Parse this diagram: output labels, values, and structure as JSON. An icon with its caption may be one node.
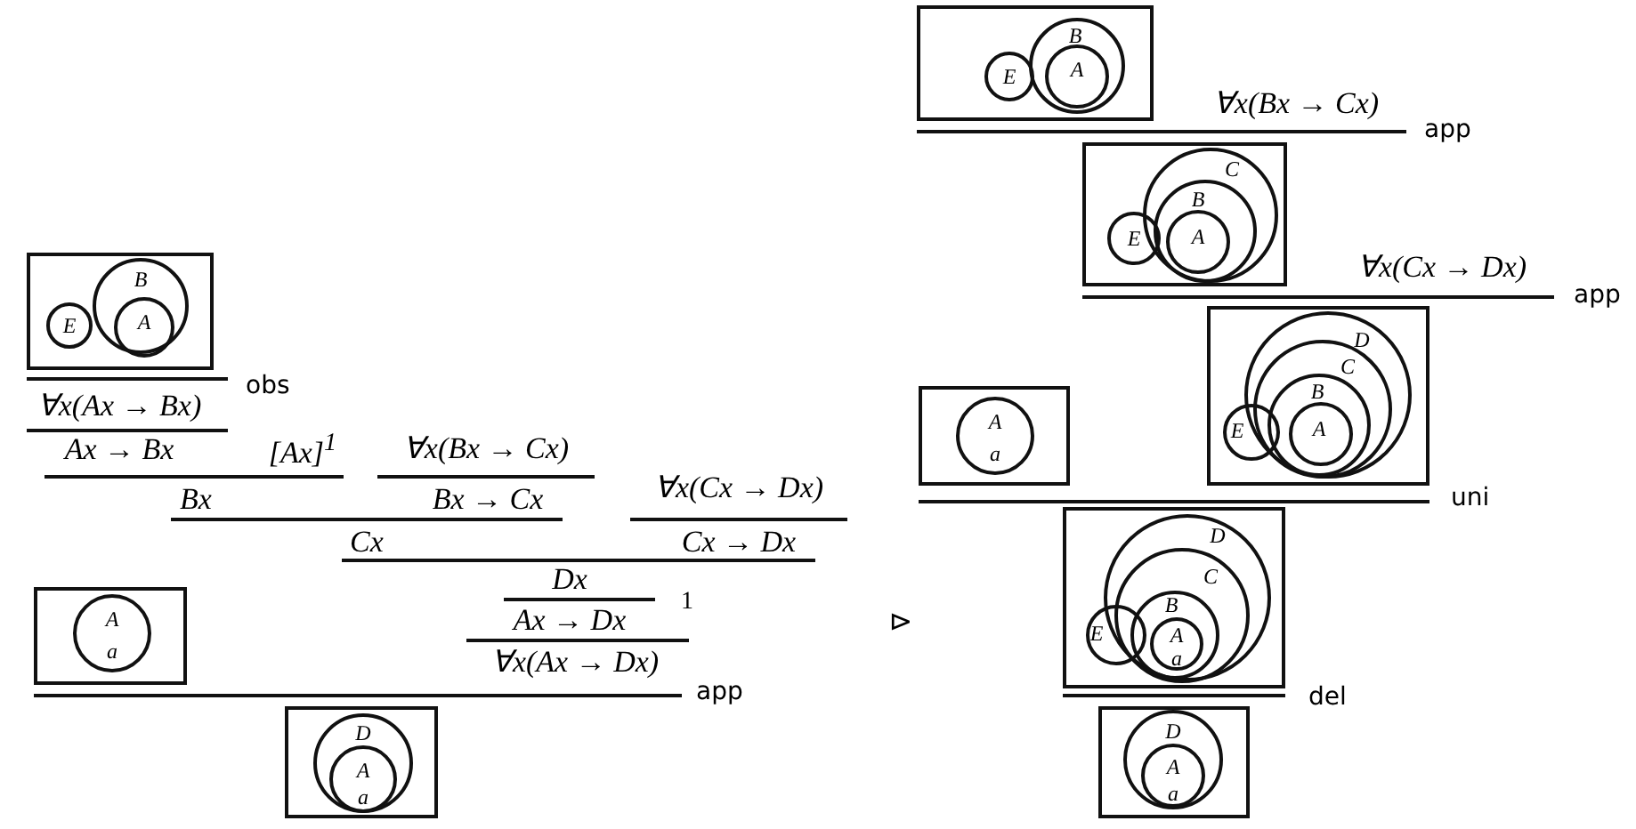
{
  "diagram": {
    "nodes": [
      {
        "text": [],
        "shape": "box"
      },
      {
        "text": [
          "E"
        ],
        "in": 0
      },
      {
        "text": [
          "B"
        ],
        "in": 0
      },
      {
        "text": [
          "A"
        ],
        "in": 2
      },
      {
        "text": [],
        "shape": "box"
      },
      {
        "text": [
          "A",
          "a"
        ],
        "in": 4
      },
      {
        "text": [],
        "shape": "box"
      },
      {
        "text": [
          "D"
        ],
        "in": 6
      },
      {
        "text": [
          "A",
          "a"
        ],
        "in": 7
      },
      {
        "text": [],
        "shape": "box"
      },
      {
        "text": [
          "E"
        ],
        "in": 9
      },
      {
        "text": [
          "B"
        ],
        "in": 9
      },
      {
        "text": [
          "A"
        ],
        "in": 11
      },
      {
        "text": [],
        "shape": "box"
      },
      {
        "text": [
          "E"
        ],
        "in": 13
      },
      {
        "text": [
          "C"
        ],
        "in": 13
      },
      {
        "text": [
          "B"
        ],
        "in": 15
      },
      {
        "text": [
          "A"
        ],
        "in": 16
      },
      {
        "text": [],
        "shape": "box"
      },
      {
        "text": [
          "A",
          "a"
        ],
        "in": 18
      },
      {
        "text": [],
        "shape": "box"
      },
      {
        "text": [
          "E"
        ],
        "in": 20
      },
      {
        "text": [
          "D"
        ],
        "in": 20
      },
      {
        "text": [
          "C"
        ],
        "in": 22
      },
      {
        "text": [
          "B"
        ],
        "in": 23
      },
      {
        "text": [
          "A"
        ],
        "in": 24
      },
      {
        "text": [],
        "shape": "box"
      },
      {
        "text": [
          "E"
        ],
        "in": 26
      },
      {
        "text": [
          "D"
        ],
        "in": 26
      },
      {
        "text": [
          "C"
        ],
        "in": 28
      },
      {
        "text": [
          "B"
        ],
        "in": 29
      },
      {
        "text": [
          "A",
          "a"
        ],
        "in": 30
      },
      {
        "text": [],
        "shape": "box"
      },
      {
        "text": [
          "D"
        ],
        "in": 32
      },
      {
        "text": [
          "A",
          "a"
        ],
        "in": 33
      }
    ],
    "labels": [
      "∀x(Ax → Bx)",
      "obs",
      "Ax → Bx",
      "[Ax]$^{1}$",
      "∀x(Bx → Cx)",
      "Bx",
      "Bx → Cx",
      "∀x(Cx → Dx)",
      "Cx",
      "Cx → Dx",
      "Dx",
      "Ax → Dx",
      "1",
      "∀x(Ax → Dx)",
      "app",
      "⊳",
      "∀x(Bx → Cx)",
      "app",
      "∀x(Cx → Dx)",
      "app",
      "uni",
      "del"
    ]
  }
}
